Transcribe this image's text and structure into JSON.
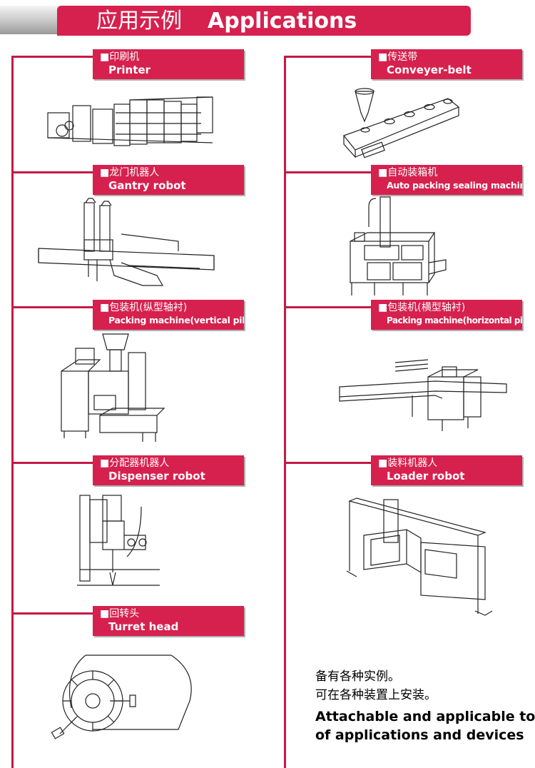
{
  "header": {
    "title_cn": "应用示例",
    "title_en": "Applications"
  },
  "applications": [
    {
      "cn": "■印刷机",
      "en": "Printer"
    },
    {
      "cn": "■传送带",
      "en": "Conveyer-belt"
    },
    {
      "cn": "■龙门机器人",
      "en": "Gantry robot"
    },
    {
      "cn": "■自动装箱机",
      "en": "Auto packing sealing machine"
    },
    {
      "cn": "■包装机(纵型轴衬)",
      "en": "Packing machine(vertical pillow)"
    },
    {
      "cn": "■包装机(横型轴衬)",
      "en": "Packing machine(horizontal pillow)"
    },
    {
      "cn": "■分配器机器人",
      "en": "Dispenser robot"
    },
    {
      "cn": "■装料机器人",
      "en": "Loader robot"
    },
    {
      "cn": "■回转头",
      "en": "Turret head"
    }
  ],
  "note": {
    "cn_line1": "备有各种实例。",
    "cn_line2": "可在各种装置上安装。",
    "en_line1": "Attachable and applicable to a range",
    "en_line2": "of applications and devices"
  },
  "colors": {
    "accent": "#d6214e",
    "line": "#c41a45"
  }
}
